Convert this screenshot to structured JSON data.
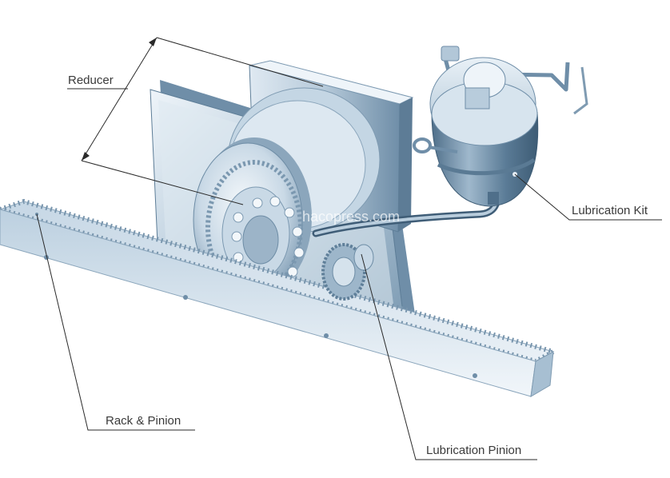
{
  "labels": {
    "reducer": "Reducer",
    "lubrication_kit": "Lubrication Kit",
    "rack_pinion": "Rack & Pinion",
    "lubrication_pinion": "Lubrication Pinion"
  },
  "watermark": "hacopress.com",
  "colors": {
    "background": "#ffffff",
    "metal_light": "#e6eef5",
    "metal_mid": "#a9c1d4",
    "metal_dark": "#6f8ea8",
    "shadow": "#4d6a83",
    "text": "#3a3a3a",
    "leader": "#2a2a2a"
  }
}
